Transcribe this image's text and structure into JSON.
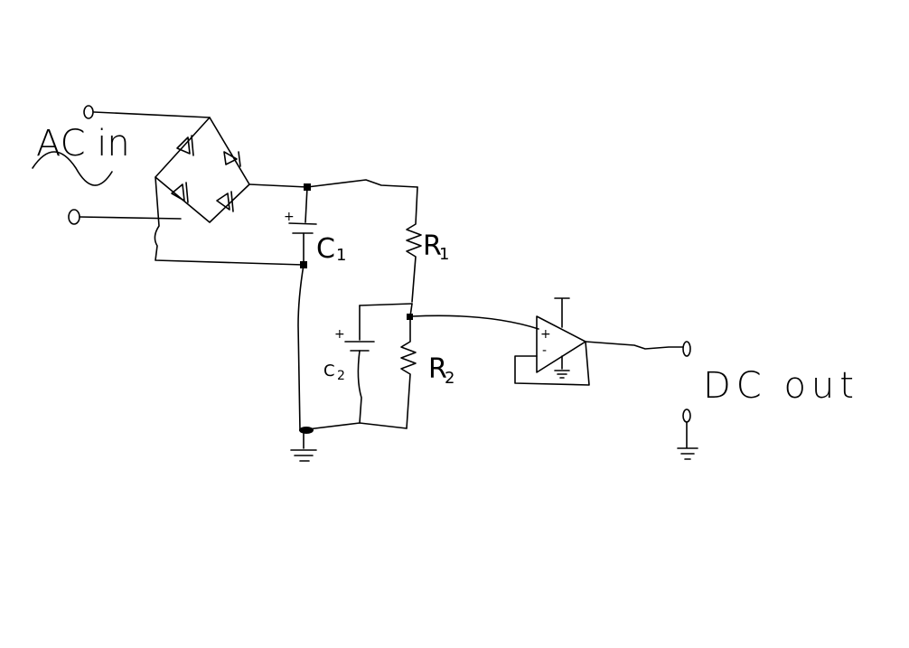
{
  "labels": {
    "ac_in": "AC in",
    "dc_out": "DC out",
    "c1": "C",
    "c1_sub": "1",
    "c2": "C",
    "c2_sub": "2",
    "r1": "R",
    "r1_sub": "1",
    "r2": "R",
    "r2_sub": "2",
    "plus": "+",
    "minus": "-"
  }
}
